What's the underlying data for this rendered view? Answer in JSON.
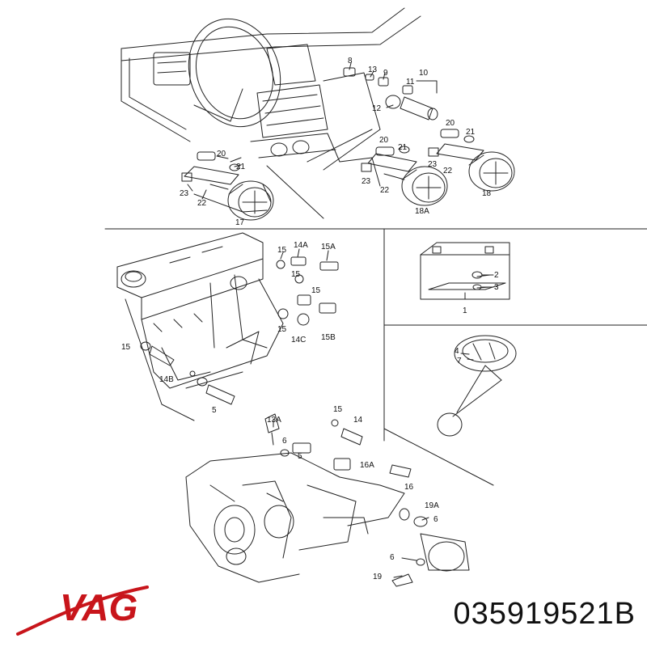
{
  "part_number": "035919521B",
  "logo_text": "VAG",
  "colors": {
    "logo": "#c8151b",
    "ink": "#222222"
  },
  "callouts": {
    "dashboard": [
      "8",
      "13",
      "9",
      "10",
      "11",
      "12",
      "20",
      "21",
      "23",
      "22",
      "17",
      "20",
      "21",
      "23",
      "22",
      "18A",
      "20",
      "21",
      "23",
      "22",
      "18"
    ],
    "engine_top": [
      "15",
      "14A",
      "15A",
      "15",
      "15",
      "15",
      "14C",
      "15B",
      "15",
      "14B",
      "5"
    ],
    "battery": [
      "2",
      "3",
      "1"
    ],
    "fuel_sender": [
      "4",
      "7"
    ],
    "engine_bottom": [
      "13A",
      "6",
      "5",
      "15",
      "14",
      "16A",
      "16",
      "19A",
      "6",
      "6",
      "19"
    ]
  }
}
